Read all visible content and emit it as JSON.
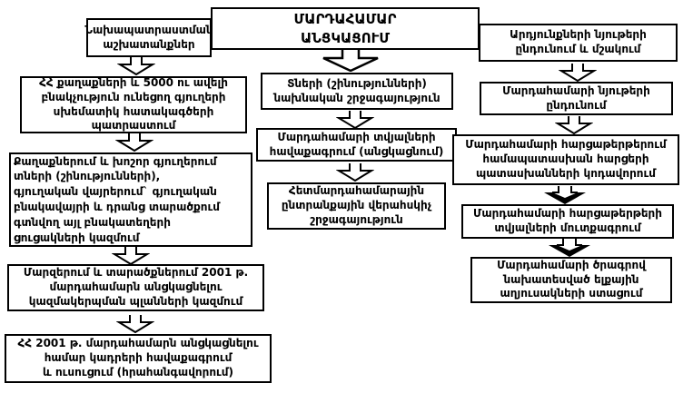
{
  "colors": {
    "background": "#ffffff",
    "line": "#000000",
    "text": "#000000"
  },
  "flowchart": {
    "title_box": "ՄԱՐԴԱՀԱՄԱՐ\nԱՆՑԿԱՑՈՒՄ",
    "left": {
      "header": "Նախապատրաստման\nաշխատանքներ",
      "steps": [
        "ՀՀ քաղաքների և 5000 ու ավելի\nբնակչություն ունեցող գյուղերի\nսխեմատիկ հատակագծերի\nպատրաստում",
        "Քաղաքներում և խոշոր գյուղերում\nտների (շինությունների),\nգյուղական վայրերում` գյուղական\nբնակավայրի և դրանց տարածքում\nգտնվող այլ բնակատեղերի\nցուցակների կազմում",
        "Մարզերում և տարածքներում 2001 թ.\nմարդահամարն անցկացնելու\nկազմակերպման պլանների կազմում",
        "ՀՀ 2001 թ. մարդահամարն անցկացնելու\nհամար կադրերի հավաքագրում\nև ուսուցում (հրահանգավորում)"
      ]
    },
    "middle": {
      "steps": [
        "Տների (շինությունների)\nնախնական շրջագայություն",
        "Մարդահամարի տվյալների\nհավաքագրում (անցկացնում)",
        "Հետմարդահամարային\nընտրանքային վերահսկիչ\nշրջագայություն"
      ]
    },
    "right": {
      "header": "Արդյունքների նյութերի\nընդունում և մշակում",
      "steps": [
        "Մարդահամարի նյութերի\nընդունում",
        "Մարդահամարի հարցաթերթերում\nհամապատասխան հարցերի\nպատասխանների կոդավորում",
        "Մարդահամարի հարցաթերթերի\nտվյալների մուտքագրում",
        "Մարդահամարի ծրագրով\nնախատեսված ելքային\nաղյուսակների ստացում"
      ]
    }
  }
}
